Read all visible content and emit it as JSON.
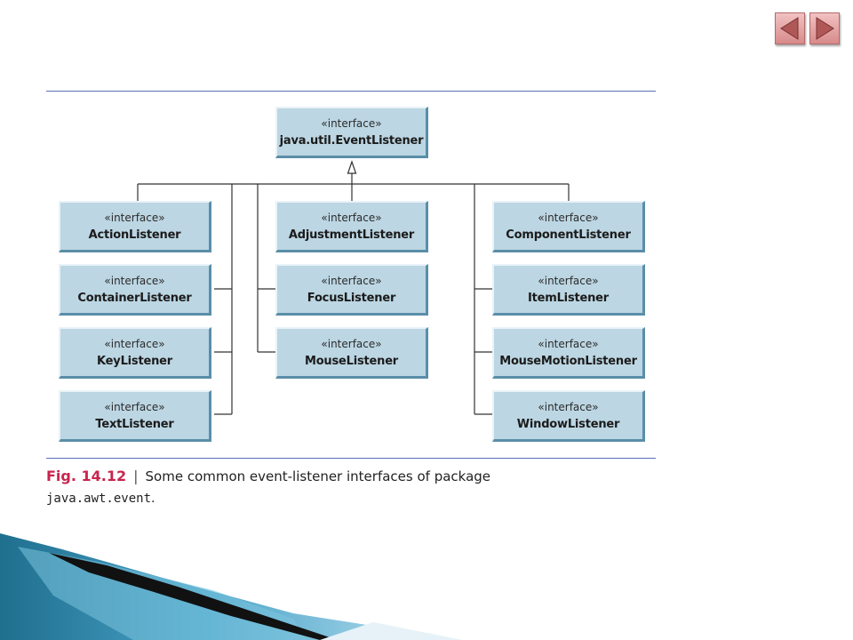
{
  "navigation": {
    "prev_icon": "triangle-left-icon",
    "next_icon": "triangle-right-icon",
    "color": "#d88a8a"
  },
  "diagram": {
    "root": {
      "stereotype": "«interface»",
      "name": "java.util.EventListener"
    },
    "interfaces": [
      {
        "stereotype": "«interface»",
        "name": "ActionListener"
      },
      {
        "stereotype": "«interface»",
        "name": "AdjustmentListener"
      },
      {
        "stereotype": "«interface»",
        "name": "ComponentListener"
      },
      {
        "stereotype": "«interface»",
        "name": "ContainerListener"
      },
      {
        "stereotype": "«interface»",
        "name": "FocusListener"
      },
      {
        "stereotype": "«interface»",
        "name": "ItemListener"
      },
      {
        "stereotype": "«interface»",
        "name": "KeyListener"
      },
      {
        "stereotype": "«interface»",
        "name": "MouseListener"
      },
      {
        "stereotype": "«interface»",
        "name": "MouseMotionListener"
      },
      {
        "stereotype": "«interface»",
        "name": "TextListener"
      },
      {
        "stereotype": "«interface»",
        "name": "WindowListener"
      }
    ],
    "box_color": "#bcd6e3",
    "rule_color": "#5a6fb8"
  },
  "caption": {
    "label": "Fig. 14.12",
    "separator": "|",
    "text": "Some common event-listener interfaces of package",
    "code": "java.awt.event",
    "end": "."
  }
}
